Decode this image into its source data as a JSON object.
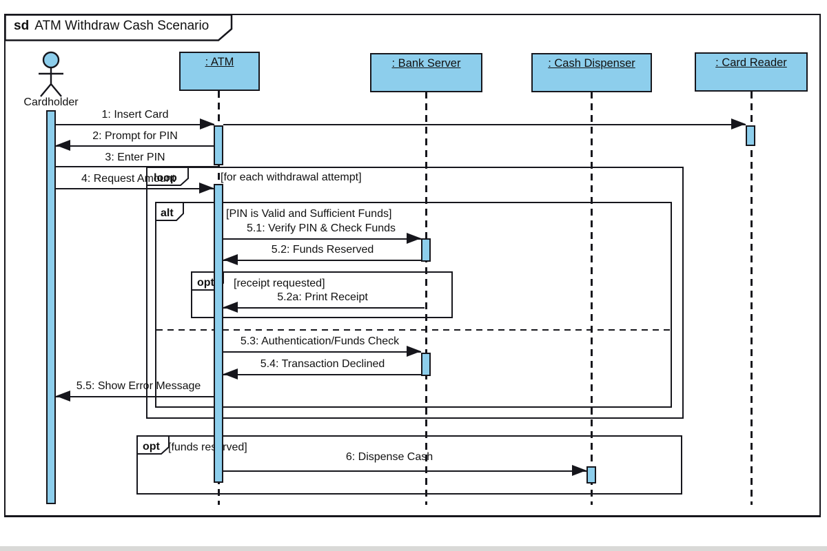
{
  "diagram": {
    "title_keyword": "sd",
    "title_text": "ATM Withdraw Cash Scenario",
    "type": "uml-sequence-diagram"
  },
  "actor": {
    "label": "Cardholder"
  },
  "lifelines": [
    {
      "label": ": ATM"
    },
    {
      "label": ": Bank Server"
    },
    {
      "label": ": Cash Dispenser"
    },
    {
      "label": ": Card Reader"
    }
  ],
  "fragments": [
    {
      "operator": "loop",
      "guard": "[for each withdrawal attempt]"
    },
    {
      "operator": "alt",
      "guard": "[PIN is Valid and Sufficient Funds]"
    },
    {
      "operator": "opt",
      "guard": "[receipt requested]"
    },
    {
      "operator": "opt",
      "guard": "[funds reserved]"
    }
  ],
  "messages": [
    {
      "label": "1: Insert Card",
      "from": "Cardholder",
      "to": "ATM / Card Reader"
    },
    {
      "label": "2: Prompt for PIN",
      "from": "ATM",
      "to": "Cardholder"
    },
    {
      "label": "3: Enter PIN",
      "from": "Cardholder",
      "to": "ATM"
    },
    {
      "label": "4: Request Amount",
      "from": "Cardholder",
      "to": "ATM"
    },
    {
      "label": "5.1: Verify PIN & Check Funds",
      "from": "ATM",
      "to": "Bank Server"
    },
    {
      "label": "5.2: Funds Reserved",
      "from": "Bank Server",
      "to": "ATM"
    },
    {
      "label": "5.2a: Print Receipt",
      "from": "Bank Server",
      "to": "ATM"
    },
    {
      "label": "5.3: Authentication/Funds Check",
      "from": "ATM",
      "to": "Bank Server"
    },
    {
      "label": "5.4: Transaction Declined",
      "from": "Bank Server",
      "to": "ATM"
    },
    {
      "label": "5.5: Show Error Message",
      "from": "ATM",
      "to": "Cardholder"
    },
    {
      "label": "6: Dispense Cash",
      "from": "ATM",
      "to": "Cash Dispenser"
    }
  ],
  "colors": {
    "node_fill": "#8DCEEC",
    "line_color": "#16161c",
    "text_color": "#111111",
    "background": "#ffffff"
  }
}
